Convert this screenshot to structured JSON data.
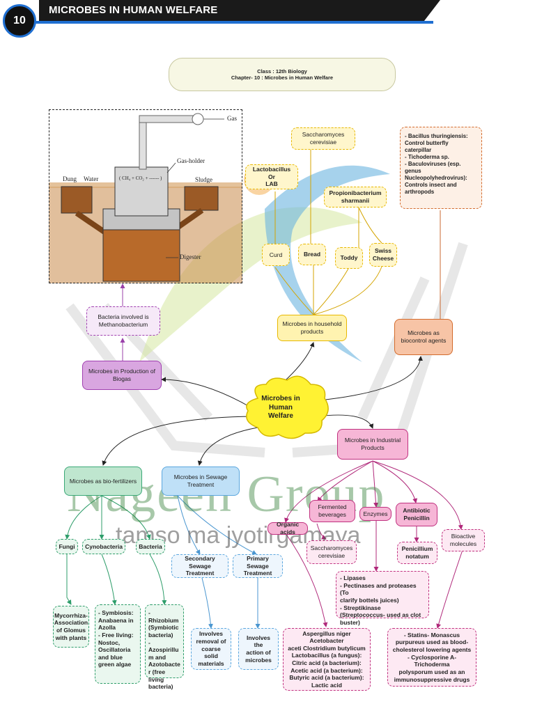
{
  "header": {
    "chapter_number": "10",
    "title": "MICROBES IN HUMAN WELFARE"
  },
  "class_box": {
    "line1": "Class : 12th Biology",
    "line2": "Chapter- 10 : Microbes in Human Welfare"
  },
  "watermark": {
    "title": "Nageen Group",
    "tagline": "tamso ma jyotirgamaya"
  },
  "biogas_diagram": {
    "gas": "Gas",
    "gas_holder": "Gas-holder",
    "formula": "( CH₄ + CO₂ + ------ )",
    "dung": "Dung",
    "water": "Water",
    "sludge": "Sludge",
    "digester": "Digester"
  },
  "center": "Microbes in\nHuman\nWelfare",
  "nodes": {
    "biogas": "Microbes in Production of\nBiogas",
    "methano": "Bacteria involved is\nMethanobacterium",
    "household": "Microbes in household\nproducts",
    "biocontrol": "Microbes as\nbiocontrol agents",
    "biocontrol_detail": "- Bacillus thuringiensis:\nControl butterfly\ncaterpillar\n- Tichoderma sp.\n- Baculoviruses (esp. genus\nNucleopolyhedrovirus):\nControls insect and\narthropods",
    "saccharomyces_top": "Saccharomyces\ncerevisiae",
    "lab": "Lactobacillus Or\nLAB",
    "propioni": "Propionibacterium\nsharmanii",
    "curd": "Curd",
    "bread": "Bread",
    "toddy": "Toddy",
    "swiss": "Swiss\nCheese",
    "industrial": "Microbes in Industrial\nProducts",
    "biofert": "Microbes as bio-fertilizers",
    "sewage": "Microbes in Sewage\nTreatment",
    "fungi": "Fungi",
    "cyano": "Cynobacteria",
    "bacteria": "Bacteria",
    "myco": "Mycorrhiza-\nAssociation\nof Glomus\nwith plants",
    "symbiosis": "- Symbiosis:\nAnabaena in\nAzolla\n- Free living:\nNostoc,\nOscillatoria\nand blue\ngreen algae",
    "rhizobium": "- Rhizobium\n(Symbiotic\nbacteria)\n- Azospirillu\nm and\nAzotobacte\nr (free living\nbacteria)",
    "secondary": "Secondary Sewage\nTreatment",
    "primary": "Primary Sewage\nTreatment",
    "coarse": "Involves\nremoval of\ncoarse solid\nmaterials",
    "action": "Involves the\naction of\nmicrobes",
    "fermented": "Fermented\nbeverages",
    "enzymes": "Enzymes",
    "antibiotic": "Antibiotic\nPenicillin",
    "organic": "Organic acids",
    "saccharomyces_bottom": "Saccharomyces\ncerevisiae",
    "penicillium": "Penicillium\nnotatum",
    "bioactive": "Bioactive\nmolecules",
    "lipases": "- Lipases\n- Pectinases and proteases (To\nclarify bottels juices)\n- Streptikinase\n(Streptococcus- used as clot\nbuster)",
    "aspergillus": "Aspergillus niger Acetobacter\naceti Clostridium butylicum\nLactobacillus (a fungus):\nCitric acid (a bacterium):\nAcetic acid (a bacterium):\nButyric acid (a bacterium):\nLactic acid",
    "statins": "- Statins- Monascus\npurpureus used as blood-\ncholesterol lowering agents\n- Cyclosporine A- Trichoderma\npolysporum used as an\nimmunosuppressive drugs"
  }
}
